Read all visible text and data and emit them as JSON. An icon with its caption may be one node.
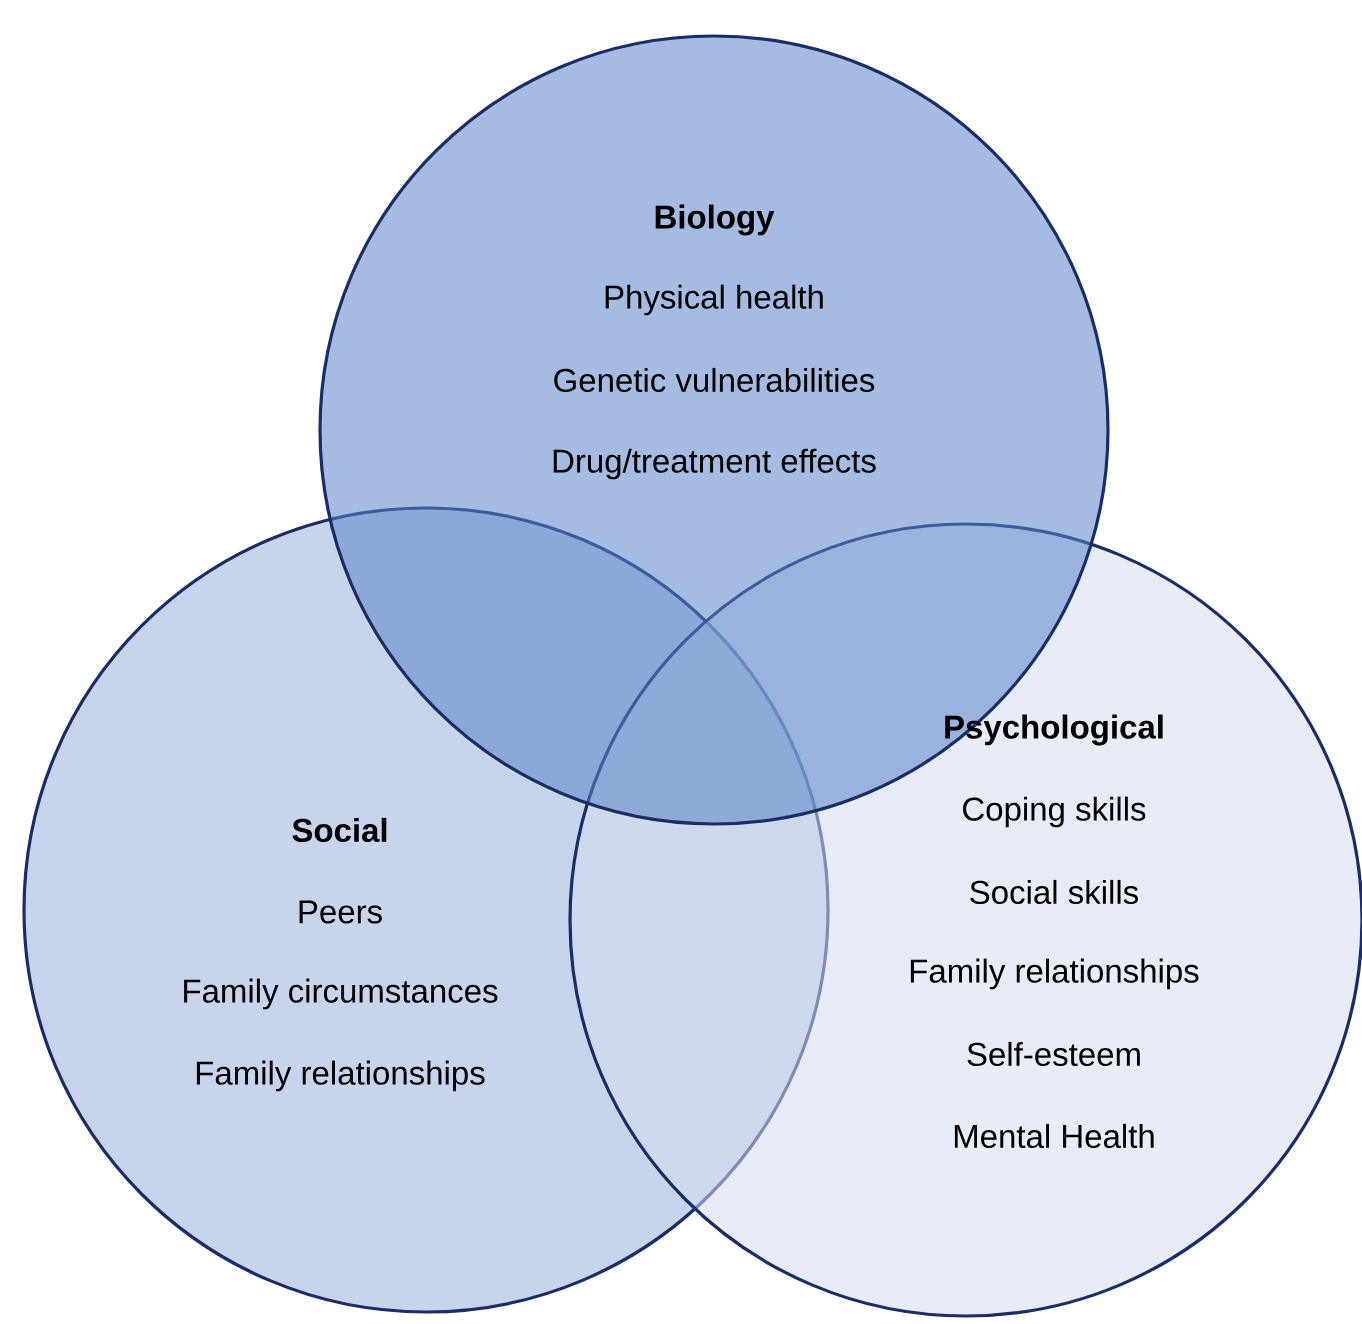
{
  "diagram": {
    "nodes": [
      {
        "text": [
          "Biology",
          "Physical health",
          "Genetic vulnerabilities",
          "Drug/treatment effects"
        ]
      },
      {
        "text": [
          "Social",
          "Peers",
          "Family circumstances",
          "Family relationships"
        ]
      },
      {
        "text": [
          "Psychological",
          "Coping skills",
          "Social skills",
          "Family relationships",
          "Self-esteem",
          "Mental Health"
        ]
      }
    ]
  }
}
